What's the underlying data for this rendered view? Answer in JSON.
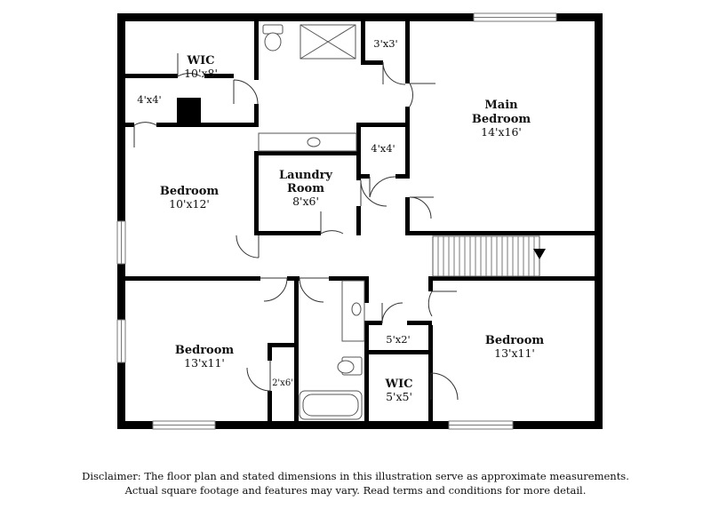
{
  "rooms": {
    "wic_top": {
      "name": "WIC",
      "dim": "10'x8'"
    },
    "closet_a": {
      "dim": "4'x4'"
    },
    "closet_b": {
      "dim": "3'x3'"
    },
    "closet_c": {
      "dim": "4'x4'"
    },
    "main_bedroom": {
      "name": "Main",
      "name2": "Bedroom",
      "dim": "14'x16'"
    },
    "bedroom_left": {
      "name": "Bedroom",
      "dim": "10'x12'"
    },
    "laundry": {
      "name": "Laundry",
      "name2": "Room",
      "dim": "8'x6'"
    },
    "bedroom_bl": {
      "name": "Bedroom",
      "dim": "13'x11'"
    },
    "closet_d": {
      "dim": "2'x6'"
    },
    "closet_e": {
      "dim": "5'x2'"
    },
    "wic_bottom": {
      "name": "WIC",
      "dim": "5'x5'"
    },
    "bedroom_br": {
      "name": "Bedroom",
      "dim": "13'x11'"
    }
  },
  "disclaimer": {
    "line1": "Disclaimer: The floor plan and stated dimensions in this illustration serve as approximate measurements.",
    "line2": "Actual square footage and features may vary. Read terms and conditions for more detail."
  }
}
